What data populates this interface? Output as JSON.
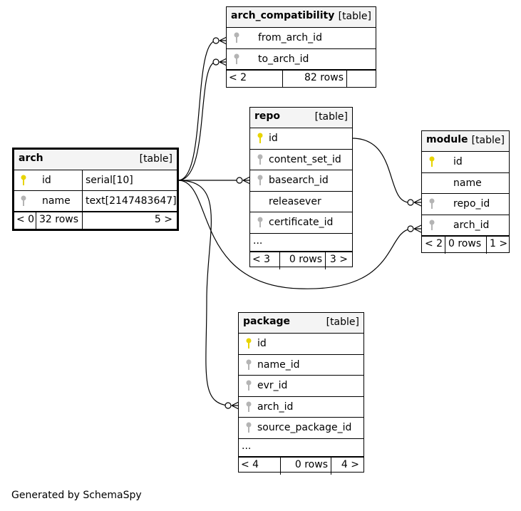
{
  "tables": {
    "arch": {
      "name": "arch",
      "kind": "[table]",
      "columns": [
        {
          "name": "id",
          "type": "serial[10]",
          "key": "primary"
        },
        {
          "name": "name",
          "type": "text[2147483647]",
          "key": "index"
        }
      ],
      "footer": {
        "left": "< 0",
        "middle": "32 rows",
        "right": "5 >"
      }
    },
    "arch_compatibility": {
      "name": "arch_compatibility",
      "kind": "[table]",
      "columns": [
        {
          "name": "from_arch_id",
          "key": "index"
        },
        {
          "name": "to_arch_id",
          "key": "index"
        }
      ],
      "footer": {
        "left": "< 2",
        "middle": "82 rows",
        "right": ""
      }
    },
    "repo": {
      "name": "repo",
      "kind": "[table]",
      "columns": [
        {
          "name": "id",
          "key": "primary"
        },
        {
          "name": "content_set_id",
          "key": "index"
        },
        {
          "name": "basearch_id",
          "key": "index"
        },
        {
          "name": "releasever",
          "key": "none"
        },
        {
          "name": "certificate_id",
          "key": "index"
        }
      ],
      "more": "...",
      "footer": {
        "left": "< 3",
        "middle": "0 rows",
        "right": "3 >"
      }
    },
    "module": {
      "name": "module",
      "kind": "[table]",
      "columns": [
        {
          "name": "id",
          "key": "primary"
        },
        {
          "name": "name",
          "key": "none"
        },
        {
          "name": "repo_id",
          "key": "index"
        },
        {
          "name": "arch_id",
          "key": "index"
        }
      ],
      "footer": {
        "left": "< 2",
        "middle": "0 rows",
        "right": "1 >"
      }
    },
    "package": {
      "name": "package",
      "kind": "[table]",
      "columns": [
        {
          "name": "id",
          "key": "primary"
        },
        {
          "name": "name_id",
          "key": "index"
        },
        {
          "name": "evr_id",
          "key": "index"
        },
        {
          "name": "arch_id",
          "key": "index"
        },
        {
          "name": "source_package_id",
          "key": "index"
        }
      ],
      "more": "...",
      "footer": {
        "left": "< 4",
        "middle": "0 rows",
        "right": "4 >"
      }
    }
  },
  "relationships": [
    {
      "from": "arch.id",
      "to": "arch_compatibility.from_arch_id"
    },
    {
      "from": "arch.id",
      "to": "arch_compatibility.to_arch_id"
    },
    {
      "from": "arch.id",
      "to": "repo.basearch_id"
    },
    {
      "from": "arch.id",
      "to": "module.arch_id"
    },
    {
      "from": "arch.id",
      "to": "package.arch_id"
    },
    {
      "from": "repo.id",
      "to": "module.repo_id"
    }
  ],
  "colors": {
    "primary_key": "#e8d400",
    "index_key": "#b4b4b4",
    "header_bg": "#f4f4f4"
  },
  "footer_text": "Generated by SchemaSpy"
}
